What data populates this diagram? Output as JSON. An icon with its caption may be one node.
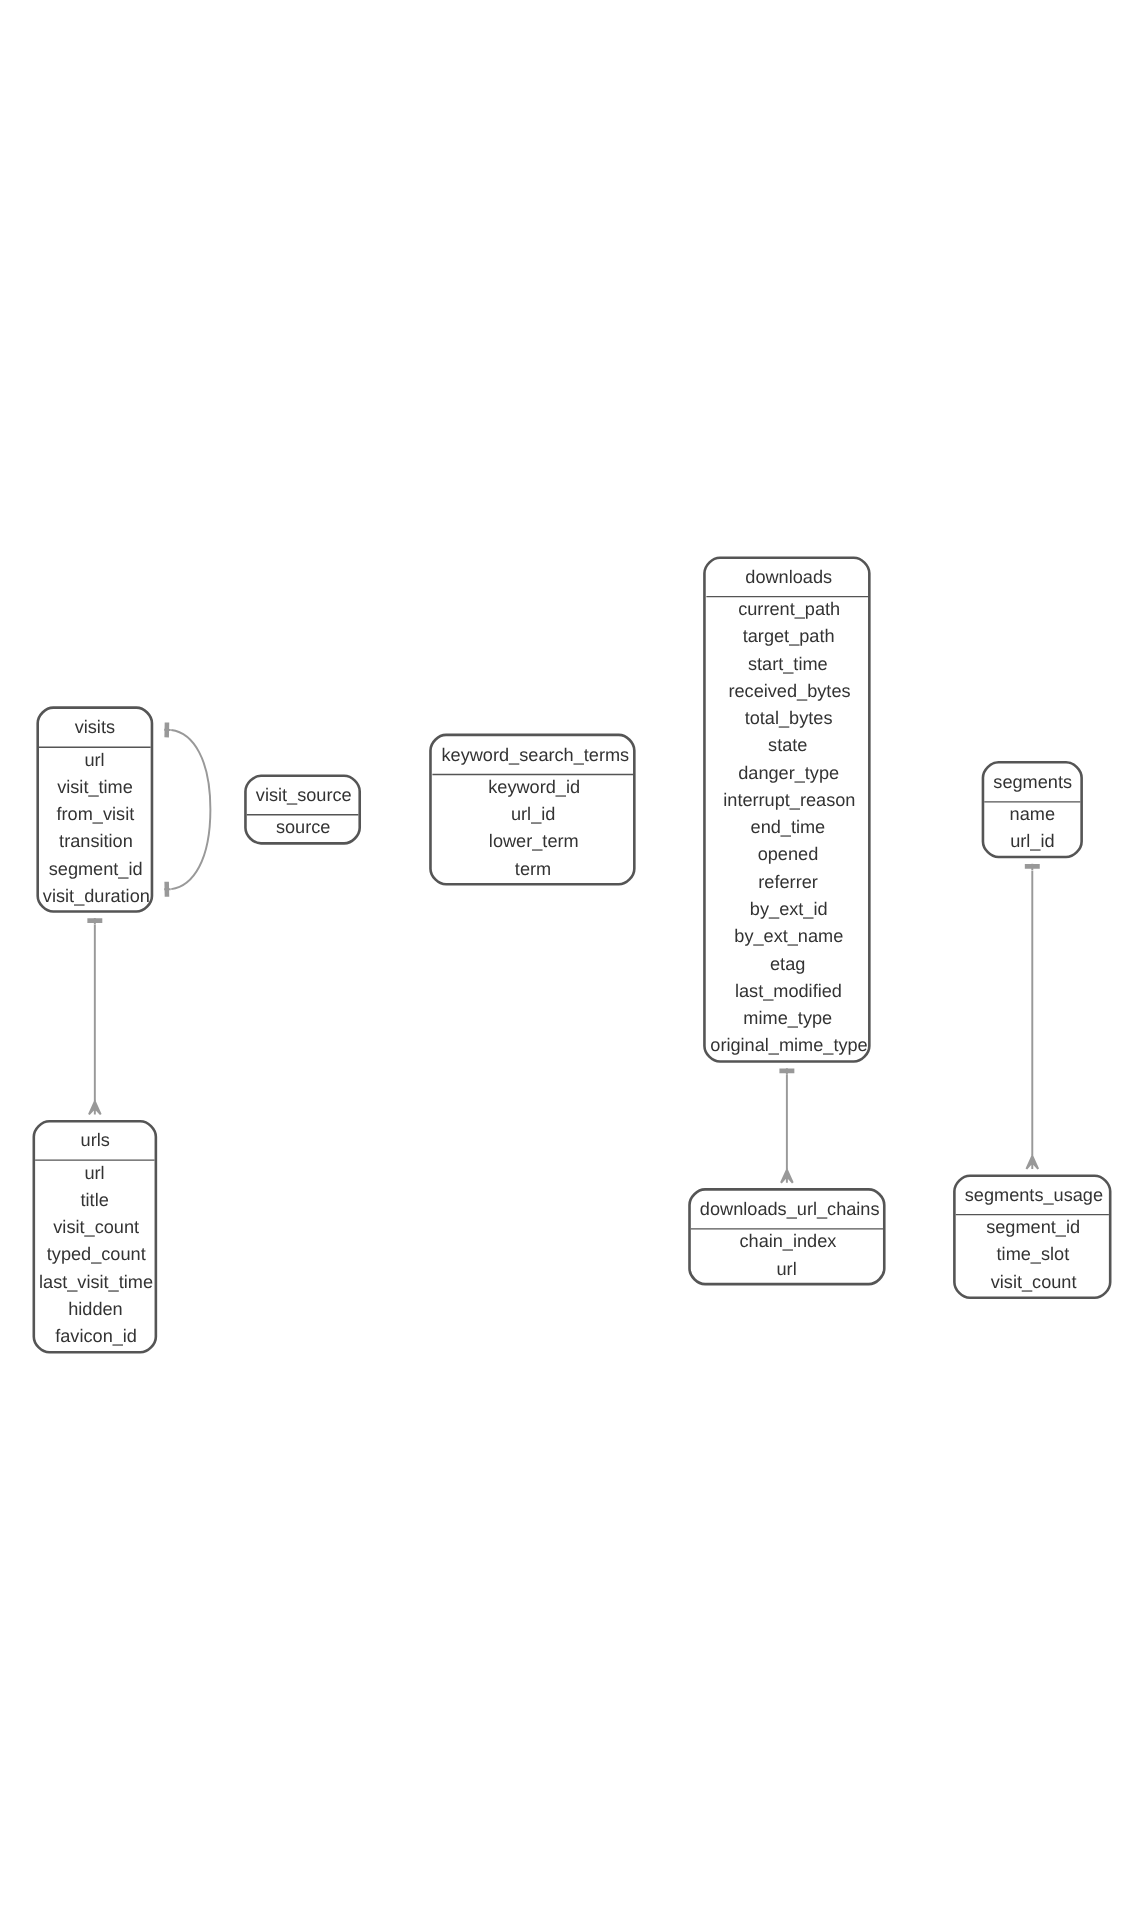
{
  "diagram": {
    "nodes": [
      {
        "text": [
          "urls",
          "url",
          "title",
          "visit_count",
          "typed_count",
          "last_visit_time",
          "hidden",
          "favicon_id"
        ]
      },
      {
        "text": [
          "visits",
          "url",
          "visit_time",
          "from_visit",
          "transition",
          "segment_id",
          "visit_duration"
        ]
      },
      {
        "text": [
          "visit_source",
          "source"
        ]
      },
      {
        "text": [
          "keyword_search_terms",
          "keyword_id",
          "url_id",
          "lower_term",
          "term"
        ]
      },
      {
        "text": [
          "downloads",
          "current_path",
          "target_path",
          "start_time",
          "received_bytes",
          "total_bytes",
          "state",
          "danger_type",
          "interrupt_reason",
          "end_time",
          "opened",
          "referrer",
          "by_ext_id",
          "by_ext_name",
          "etag",
          "last_modified",
          "mime_type",
          "original_mime_type"
        ]
      },
      {
        "text": [
          "downloads_url_chains",
          "chain_index",
          "url"
        ]
      },
      {
        "text": [
          "segments",
          "name",
          "url_id"
        ]
      },
      {
        "text": [
          "segments_usage",
          "segment_id",
          "time_slot",
          "visit_count"
        ]
      }
    ],
    "edges": [
      {
        "from": 1,
        "to": 0,
        "arrow": "other"
      },
      {
        "from": 1,
        "to": 1,
        "arrow": "other"
      },
      {
        "from": 4,
        "to": 5,
        "arrow": "other"
      },
      {
        "from": 6,
        "to": 7,
        "arrow": "other"
      }
    ]
  }
}
